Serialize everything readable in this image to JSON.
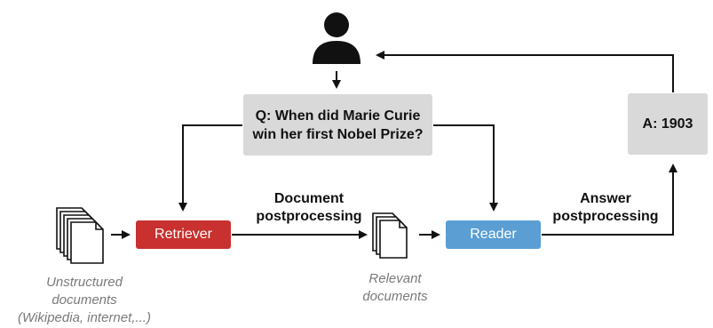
{
  "question": {
    "line1": "Q: When did Marie Curie",
    "line2": "win her first Nobel Prize?"
  },
  "answer": {
    "text": "A: 1903"
  },
  "components": {
    "retriever": "Retriever",
    "reader": "Reader"
  },
  "edge_labels": {
    "document_postprocessing": {
      "line1": "Document",
      "line2": "postprocessing"
    },
    "answer_postprocessing": {
      "line1": "Answer",
      "line2": "postprocessing"
    }
  },
  "captions": {
    "unstructured": {
      "line1": "Unstructured",
      "line2": "documents",
      "line3": "(Wikipedia, internet,...)"
    },
    "relevant": {
      "line1": "Relevant",
      "line2": "documents"
    }
  },
  "colors": {
    "retriever": "#c8312f",
    "reader": "#5a9ed3",
    "boxes": "#d9d9d9",
    "arrows": "#111111"
  },
  "icons": {
    "user": "user-icon",
    "documents_stack": "document-stack-icon",
    "relevant_documents": "document-stack-icon"
  }
}
